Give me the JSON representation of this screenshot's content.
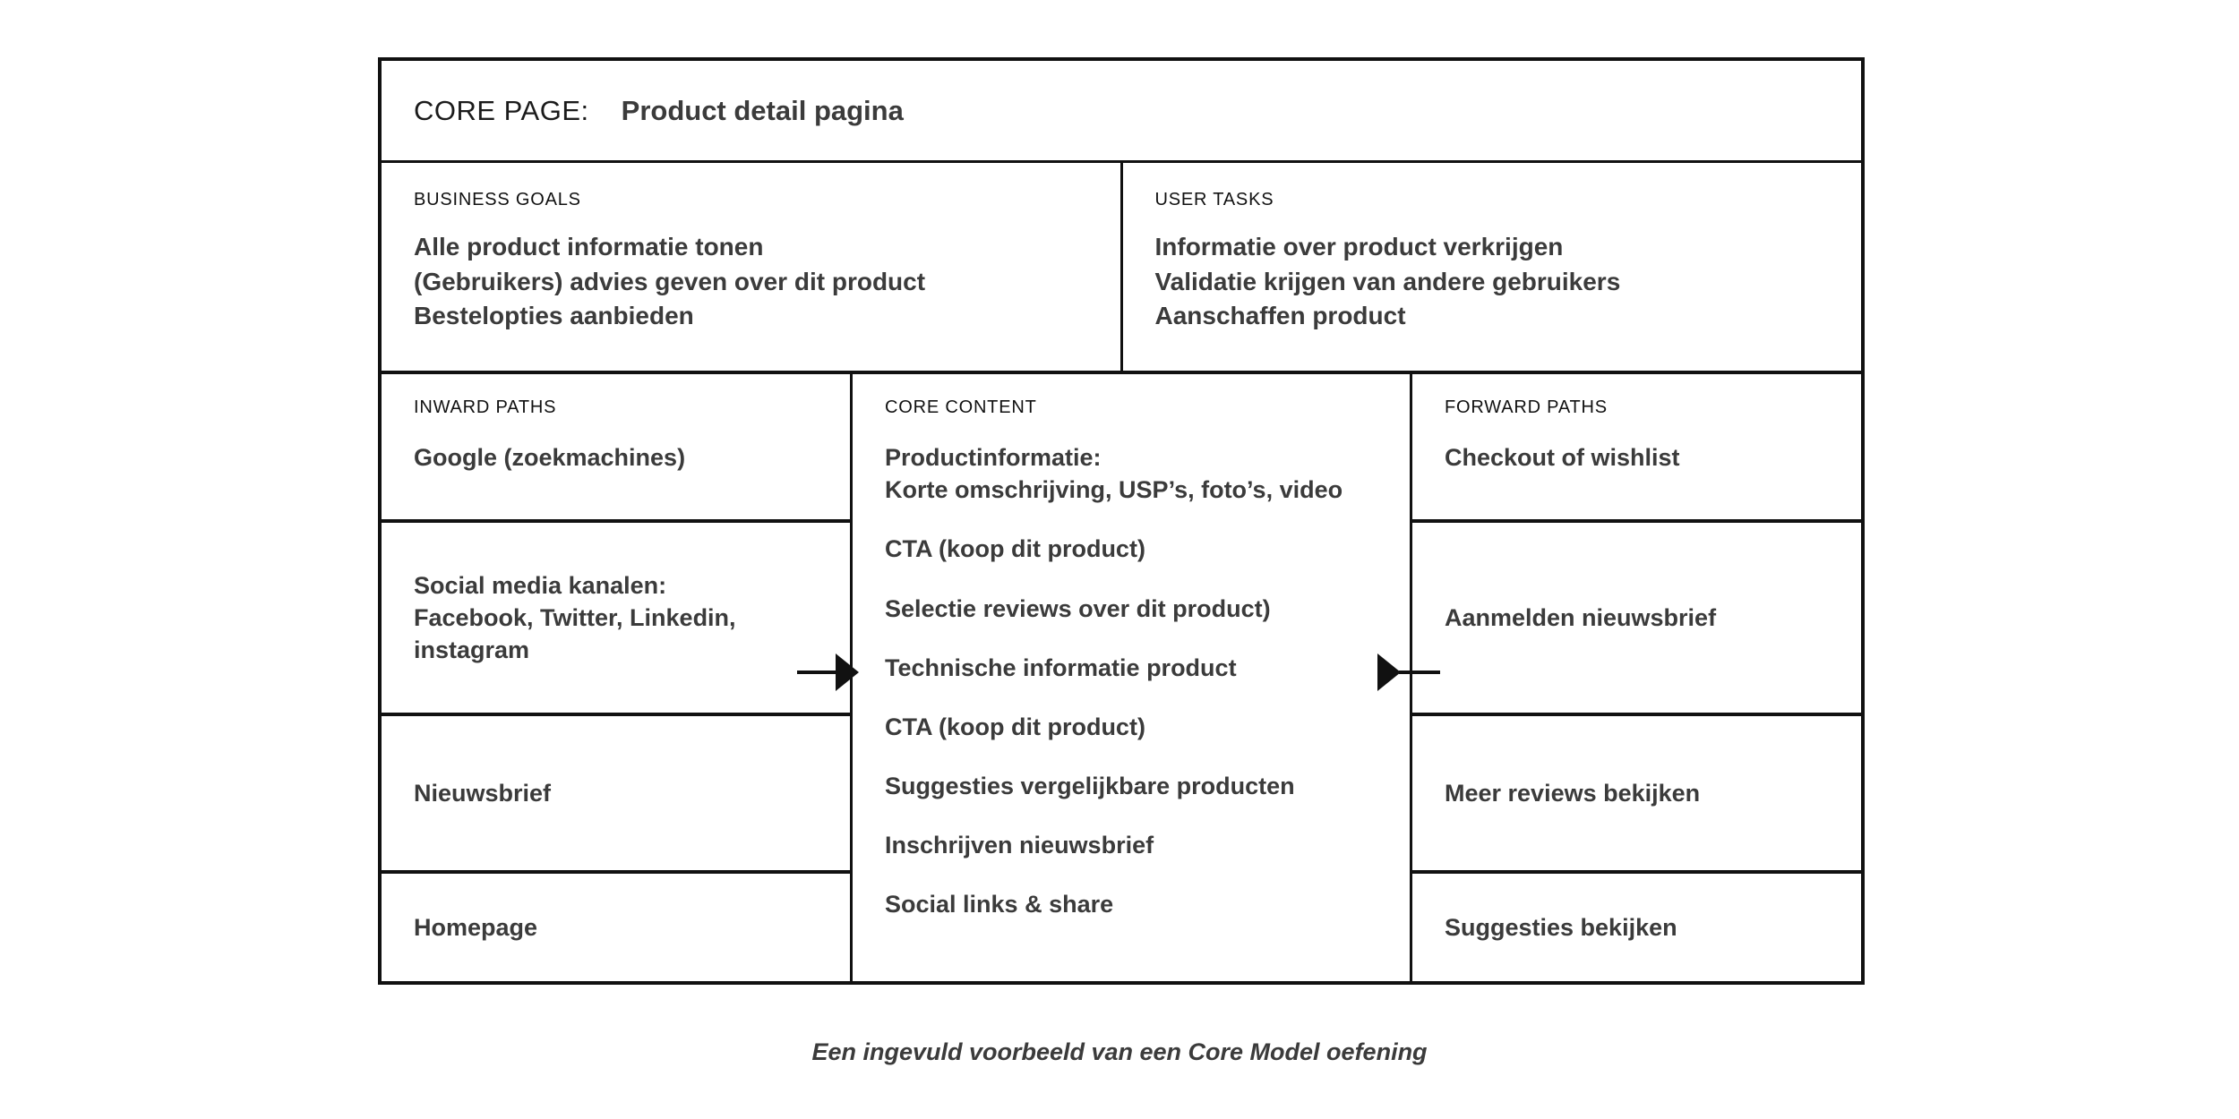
{
  "header": {
    "label": "CORE PAGE:",
    "value": "Product detail pagina"
  },
  "business_goals": {
    "title": "BUSINESS GOALS",
    "items": [
      "Alle product informatie tonen",
      "(Gebruikers) advies geven over dit product",
      "Bestelopties aanbieden"
    ]
  },
  "user_tasks": {
    "title": "USER TASKS",
    "items": [
      "Informatie over product verkrijgen",
      "Validatie krijgen van andere gebruikers",
      "Aanschaffen product"
    ]
  },
  "inward_paths": {
    "title": "INWARD PATHS",
    "cells": [
      {
        "lines": [
          "Google (zoekmachines)"
        ]
      },
      {
        "lines": [
          "Social media kanalen:",
          "Facebook, Twitter, Linkedin,",
          "instagram"
        ]
      },
      {
        "lines": [
          "Nieuwsbrief"
        ]
      },
      {
        "lines": [
          "Homepage"
        ]
      }
    ]
  },
  "core_content": {
    "title": "CORE CONTENT",
    "items": [
      "Productinformatie:\nKorte omschrijving, USP’s, foto’s, video",
      "CTA (koop dit product)",
      "Selectie reviews over dit product)",
      "Technische informatie product",
      "CTA (koop dit product)",
      "Suggesties vergelijkbare producten",
      "Inschrijven nieuwsbrief",
      "Social links & share"
    ]
  },
  "forward_paths": {
    "title": "FORWARD PATHS",
    "cells": [
      {
        "lines": [
          "Checkout of wishlist"
        ]
      },
      {
        "lines": [
          "Aanmelden nieuwsbrief"
        ]
      },
      {
        "lines": [
          "Meer reviews bekijken"
        ]
      },
      {
        "lines": [
          "Suggesties bekijken"
        ]
      }
    ]
  },
  "caption": "Een ingevuld voorbeeld van een Core Model oefening",
  "colors": {
    "line": "#111111",
    "body_text": "#3b3b3b",
    "label_text": "#111111",
    "background": "#ffffff"
  }
}
